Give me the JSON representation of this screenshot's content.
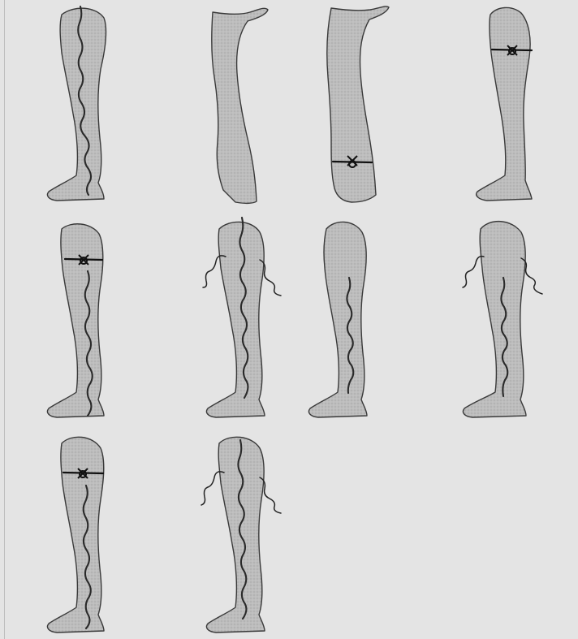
{
  "figure": {
    "panels": [
      {
        "name": "leg-panel-1",
        "facing": "left",
        "vein": "full",
        "ligature": "none",
        "side_branches": false
      },
      {
        "name": "leg-panel-2",
        "facing": "right",
        "vein": "none",
        "ligature": "none",
        "side_branches": false
      },
      {
        "name": "leg-panel-3",
        "facing": "right",
        "vein": "none",
        "ligature": "lower",
        "side_branches": false
      },
      {
        "name": "leg-panel-4",
        "facing": "left",
        "vein": "none",
        "ligature": "upper",
        "side_branches": false
      },
      {
        "name": "leg-panel-5",
        "facing": "left",
        "vein": "full",
        "ligature": "upper",
        "side_branches": false
      },
      {
        "name": "leg-panel-6",
        "facing": "left",
        "vein": "full",
        "ligature": "none",
        "side_branches": true
      },
      {
        "name": "leg-panel-7",
        "facing": "left",
        "vein": "partial",
        "ligature": "none",
        "side_branches": false
      },
      {
        "name": "leg-panel-8",
        "facing": "left",
        "vein": "partial",
        "ligature": "none",
        "side_branches": true
      },
      {
        "name": "leg-panel-9",
        "facing": "left",
        "vein": "full",
        "ligature": "upper",
        "side_branches": false
      },
      {
        "name": "leg-panel-10",
        "facing": "left",
        "vein": "full",
        "ligature": "none",
        "side_branches": true
      }
    ],
    "colors": {
      "background": "#e4e4e4",
      "leg_fill": "#b9b9b9",
      "outline": "#3a3a3a",
      "vein": "#2a2a2a"
    }
  }
}
